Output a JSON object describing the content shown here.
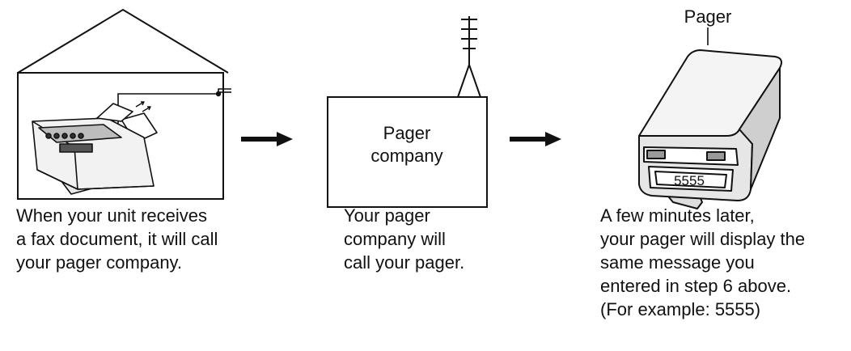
{
  "steps": [
    {
      "caption": [
        "When your unit receives",
        "a fax document, it will call",
        "your pager company."
      ]
    },
    {
      "box_label": [
        "Pager",
        "company"
      ],
      "caption": [
        "Your pager",
        "company will",
        "call your pager."
      ]
    },
    {
      "device_label": "Pager",
      "display_value": "5555",
      "caption": [
        "A few minutes later,",
        "your pager will display the",
        "same message you",
        "entered in step 6 above.",
        "(For example: 5555)"
      ]
    }
  ],
  "icons": [
    "house-icon",
    "fax-machine-icon",
    "antenna-icon",
    "pager-icon",
    "arrow-right-icon"
  ]
}
